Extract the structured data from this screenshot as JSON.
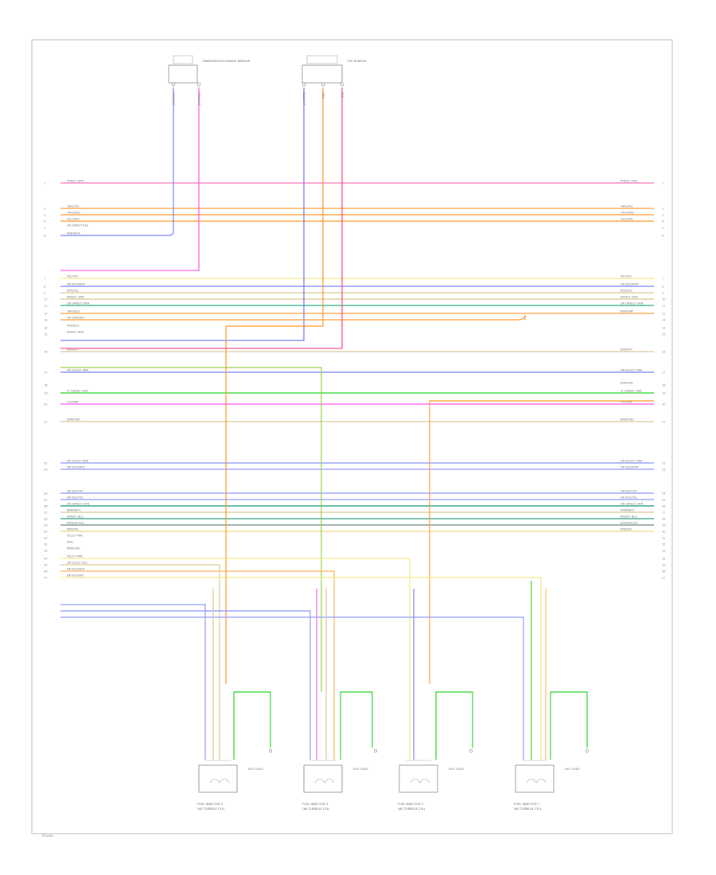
{
  "diagram": {
    "footer_code": "TT1234",
    "top_components": [
      {
        "name": "TRANSMISSION RANGE SENSOR",
        "wires": [
          "ORG/BLK",
          "PNK/WHT"
        ]
      },
      {
        "name": "TOP SENSOR",
        "wires": [
          "BLU/WHT",
          "ORG",
          "PNK"
        ]
      }
    ],
    "rows": [
      {
        "n": "1",
        "left": "PNK/LT GRN",
        "right": "PNK/LT GRN",
        "color": "#ff7ab8"
      },
      {
        "n": "2",
        "left": "ORG/YEL",
        "right": "ORG/YEL",
        "color": "#ff9a2e"
      },
      {
        "n": "3",
        "left": "ORG/RED",
        "right": "ORG/RED",
        "color": "#ff9a2e"
      },
      {
        "n": "4",
        "left": "YEL/ORG",
        "right": "YEL/ORG",
        "color": "#ff9a2e"
      },
      {
        "n": "5",
        "left": "DK GRN/LT BLU",
        "right": "",
        "color": "#1a9a7a"
      },
      {
        "n": "6",
        "left": "PNK/WHT",
        "right": "",
        "color": "#ff5cf0"
      },
      {
        "n": "7",
        "left": "YEL/VIO",
        "right": "YEL/VIO",
        "color": "#f4ea80"
      },
      {
        "n": "8",
        "left": "DK BLU/WHT",
        "right": "DK BLU/WHT",
        "color": "#6f7cff"
      },
      {
        "n": "9",
        "left": "BRN/YEL",
        "right": "BRN/YEL",
        "color": "#d8c892"
      },
      {
        "n": "10",
        "left": "BRN/LT GRN",
        "right": "BRN/LT GRN",
        "color": "#d8c892"
      },
      {
        "n": "11",
        "left": "DK GRN/LT GRN",
        "right": "DK GRN/LT GRN",
        "color": "#1aa585"
      },
      {
        "n": "12",
        "left": "ORG/BLU",
        "right": "BRN/GRY",
        "color": "#ff9a2e"
      },
      {
        "n": "13",
        "left": "DK GRN/BLU",
        "right": "",
        "color": "#1a9a7a"
      },
      {
        "n": "14",
        "left": "PNK/BLU",
        "right": "",
        "color": "#ff4f8a"
      },
      {
        "n": "15",
        "left": "BRN/LT BRN",
        "right": "",
        "color": "#d8c892"
      },
      {
        "n": "16",
        "left": "BRN/VIO",
        "right": "BRN/VIO",
        "color": "#d8c892"
      },
      {
        "n": "17",
        "left": "DK BLU/LT GRN",
        "right": "DK BLU/LT GRN",
        "color": "#6f7cff"
      },
      {
        "n": "18",
        "left": "",
        "right": "BRN/GRY",
        "color": "none"
      },
      {
        "n": "19",
        "left": "LT GRN/LT GRN",
        "right": "LT GRN/LT GRN",
        "color": "#2ed42e"
      },
      {
        "n": "20",
        "left": "VIO/PNK",
        "right": "VIO/PNK",
        "color": "#ff5cf0"
      },
      {
        "n": "21",
        "left": "BRN/ORG",
        "right": "BRN/ORG",
        "color": "#d8c892"
      },
      {
        "n": "22",
        "left": "DK BLU/LT GRN",
        "right": "DK BLU/LT GRN",
        "color": "#8a98ff"
      },
      {
        "n": "23",
        "left": "DK BLU/WHT",
        "right": "DK BLU/WHT",
        "color": "#8a98ff"
      },
      {
        "n": "24",
        "left": "DK BLU/VIO",
        "right": "DK BLU/VIO",
        "color": "#8a98ff"
      },
      {
        "n": "25",
        "left": "DK BLU/YEL",
        "right": "DK BLU/YEL",
        "color": "#8a98ff"
      },
      {
        "n": "26",
        "left": "DK GRN/LT GRN",
        "right": "DK GRN/LT GRN",
        "color": "#1a9a7a"
      },
      {
        "n": "27",
        "left": "BRN/WHT",
        "right": "BRN/WHT",
        "color": "#d8c892"
      },
      {
        "n": "28",
        "left": "BRN/LT BLU",
        "right": "BRN/LT BLU",
        "color": "#1a9a7a"
      },
      {
        "n": "29",
        "left": "BRN/DK BLU",
        "right": "BRN/DK BLU",
        "color": "#6f8a8a"
      },
      {
        "n": "30",
        "left": "BRN/YEL",
        "right": "BRN/YEL",
        "color": "#f4d080"
      },
      {
        "n": "31",
        "left": "YEL/LT PNK",
        "right": "",
        "color": "#f4ea80"
      },
      {
        "n": "32",
        "left": "BRN",
        "right": "",
        "color": "#d8c892"
      },
      {
        "n": "33",
        "left": "BRN/ORG",
        "right": "",
        "color": "#ffb860"
      },
      {
        "n": "34",
        "left": "YEL/LT PNK",
        "right": "",
        "color": "#f4ea80"
      },
      {
        "n": "35",
        "left": "DK BLU/LT BLU",
        "right": "",
        "color": "#8a98ff"
      },
      {
        "n": "36",
        "left": "DK BLU/WHT",
        "right": "",
        "color": "#8a98ff"
      },
      {
        "n": "37",
        "left": "DK BLU/GRY",
        "right": "",
        "color": "#8a98ff"
      }
    ],
    "injectors": [
      {
        "name": "FUEL INJECTOR 2",
        "sub": "(W/ TURBO/4 CYL)",
        "note": "NOT USED"
      },
      {
        "name": "FUEL INJECTOR 3",
        "sub": "(W/ TURBO/4 CYL)",
        "note": "NOT USED"
      },
      {
        "name": "FUEL INJECTOR 5",
        "sub": "(W/ TURBO/4 CYL)",
        "note": "NOT USED"
      },
      {
        "name": "FUEL INJECTOR 7",
        "sub": "(W/ TURBO/4 CYL)",
        "note": "NOT USED"
      }
    ],
    "colors": {
      "frame": "#bbbbbb",
      "text": "#777777",
      "component": "#888888"
    }
  }
}
